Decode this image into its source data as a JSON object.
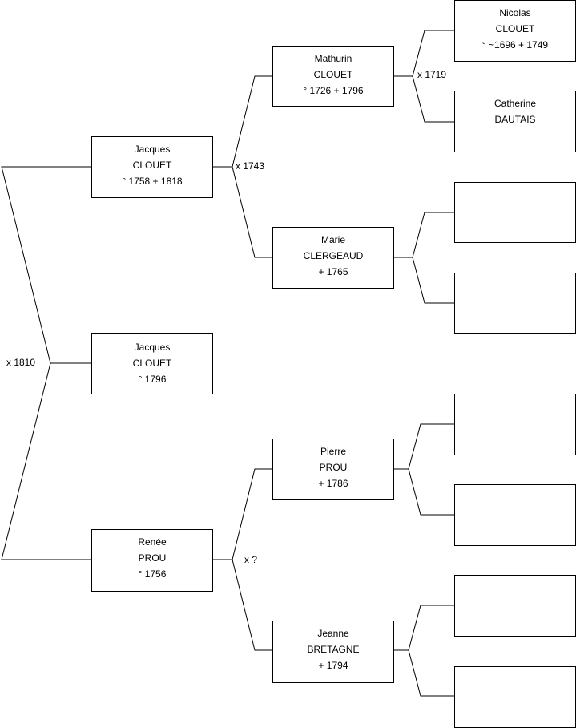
{
  "people": {
    "root": {
      "first": "Jacques",
      "last": "CLOUET",
      "dates": "° 1796"
    },
    "father": {
      "first": "Jacques",
      "last": "CLOUET",
      "dates": "° 1758 + 1818"
    },
    "mother": {
      "first": "Renée",
      "last": "PROU",
      "dates": "° 1756"
    },
    "pat_grandfather": {
      "first": "Mathurin",
      "last": "CLOUET",
      "dates": "° 1726 + 1796"
    },
    "pat_grandmother": {
      "first": "Marie",
      "last": "CLERGEAUD",
      "dates": "+ 1765"
    },
    "mat_grandfather": {
      "first": "Pierre",
      "last": "PROU",
      "dates": "+ 1786"
    },
    "mat_grandmother": {
      "first": "Jeanne",
      "last": "BRETAGNE",
      "dates": "+ 1794"
    },
    "ggf_1": {
      "first": "Nicolas",
      "last": "CLOUET",
      "dates": "° ~1696 + 1749"
    },
    "ggm_1": {
      "first": "Catherine",
      "last": "DAUTAIS",
      "dates": ""
    }
  },
  "marriages": {
    "root_marriage": "x 1810",
    "parents": "x 1743",
    "pat_grandparents": "x 1719",
    "maternal": "x ?"
  }
}
